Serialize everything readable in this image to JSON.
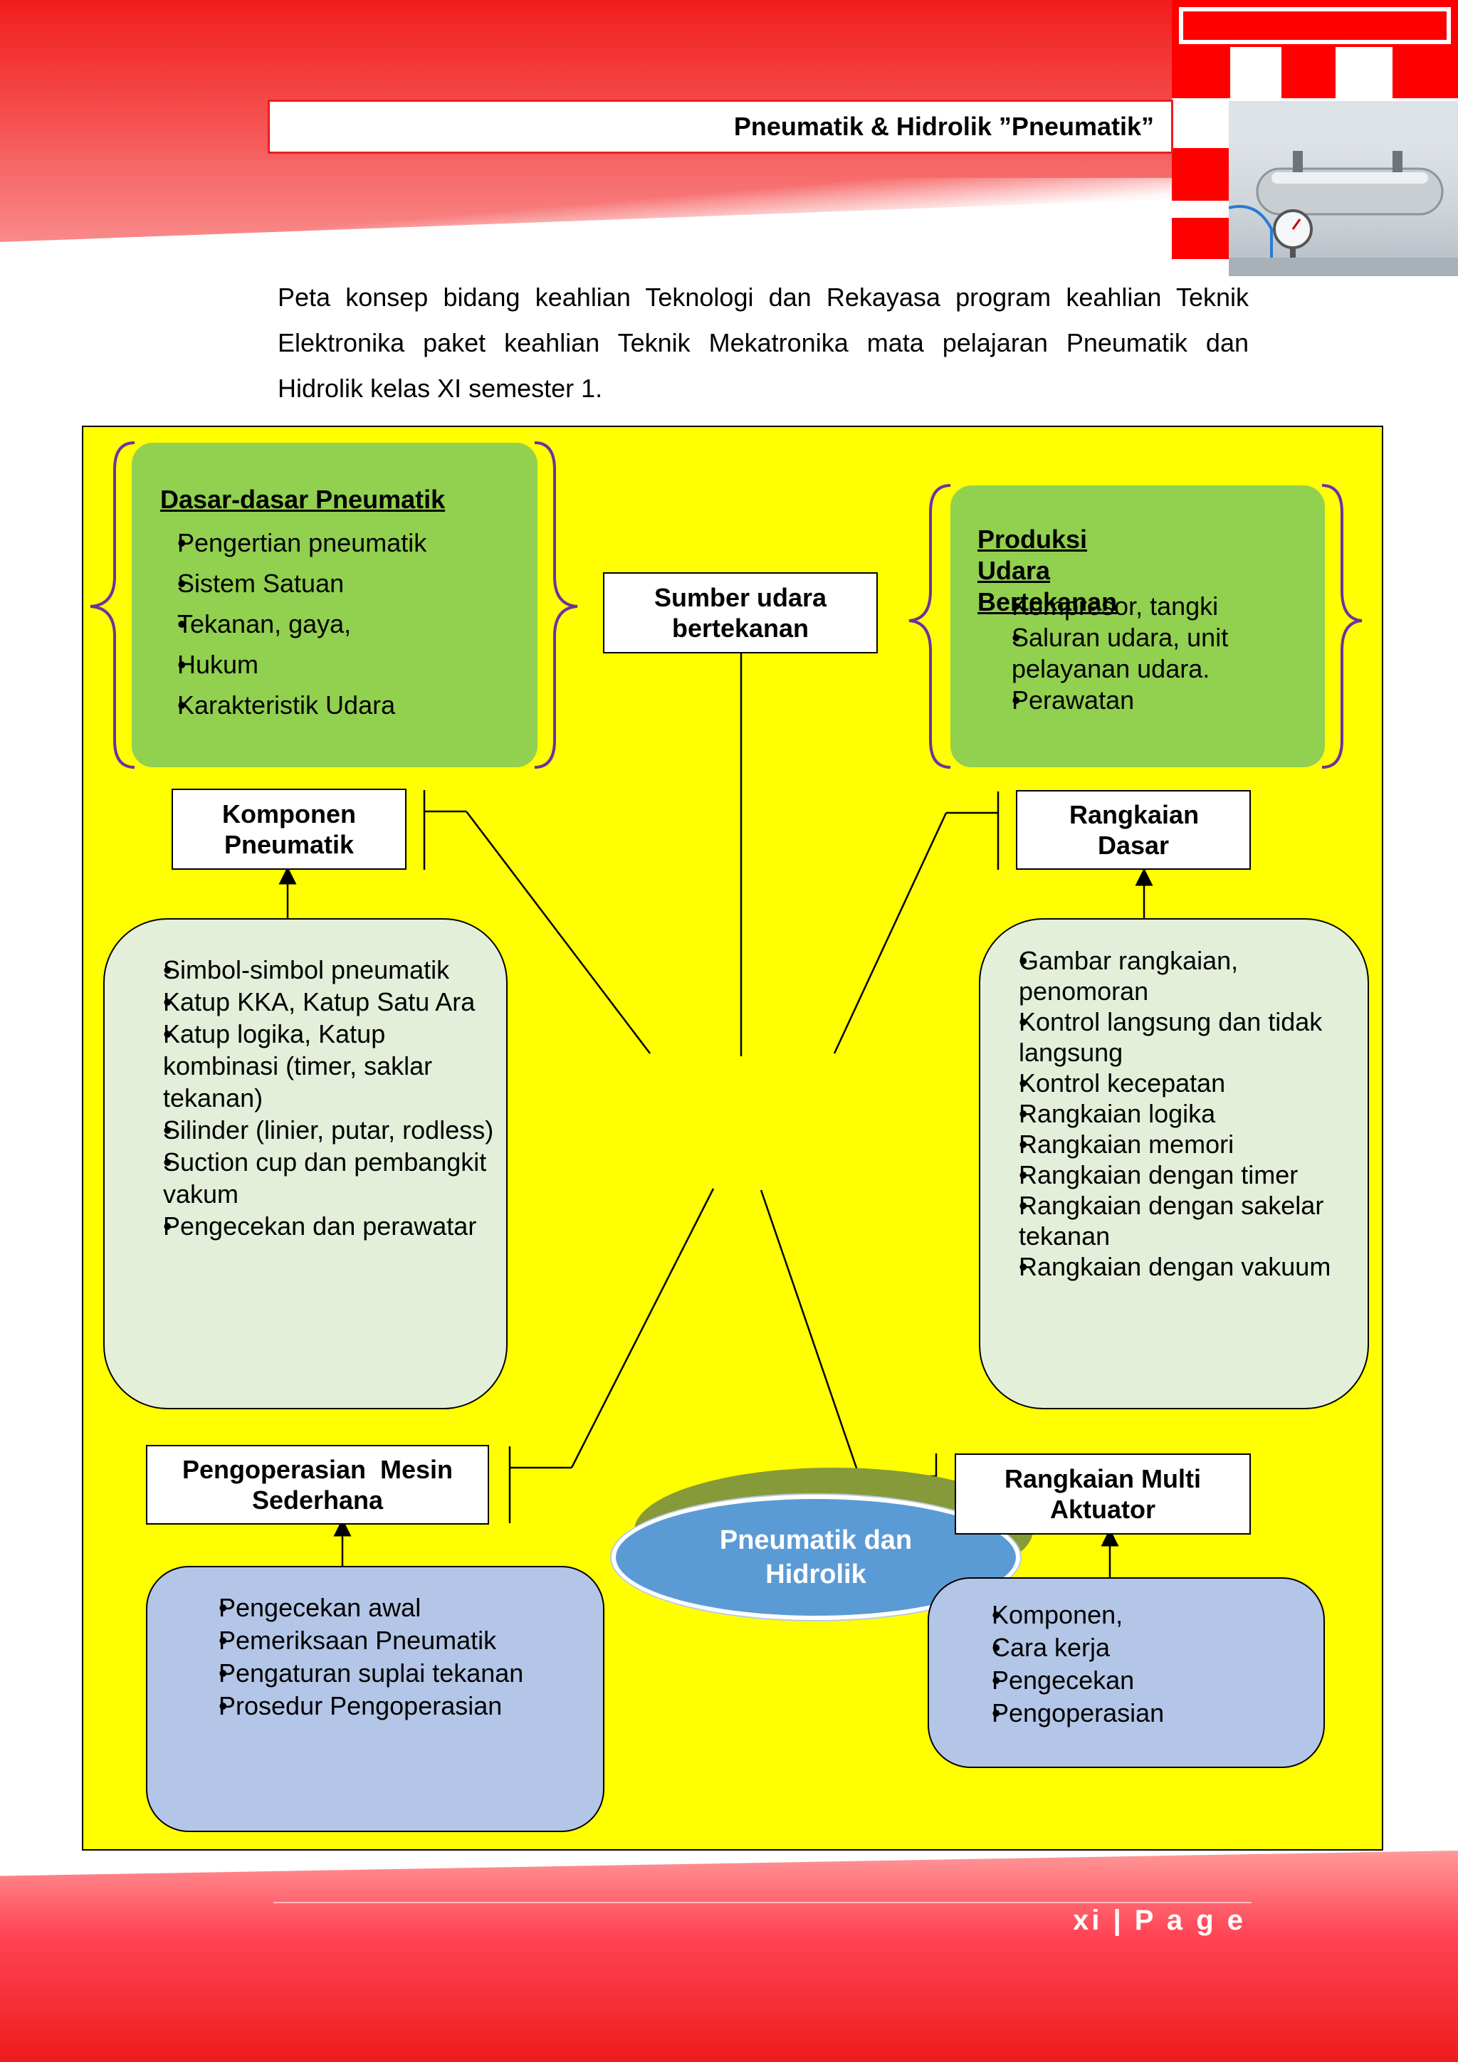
{
  "header": {
    "title": "Pneumatik & Hidrolik ”Pneumatik”"
  },
  "intro": "Peta konsep bidang keahlian Teknologi dan Rekayasa program keahlian Teknik Elektronika paket keahlian Teknik Mekatronika mata pelajaran Pneumatik dan Hidrolik kelas XI  semester 1.",
  "colors": {
    "header_red": "#ee1c1c",
    "diagram_bg": "#ffff00",
    "green_box": "#92d050",
    "pale_box": "#e4efd9",
    "blue_box": "#b4c6e7",
    "center_oval": "#5b9bd5"
  },
  "diagram": {
    "center": {
      "label": "Pneumatik dan Hidrolik"
    },
    "source": {
      "label": "Sumber udara bertekanan"
    },
    "dasar": {
      "title": "Dasar-dasar Pneumatik",
      "items": [
        "Pengertian pneumatik",
        "Sistem Satuan",
        "Tekanan, gaya,",
        "Hukum",
        "Karakteristik Udara"
      ]
    },
    "produksi": {
      "title": "Produksi Udara Bertekanan",
      "items": [
        "Kompresor, tangki",
        "Saluran udara, unit pelayanan udara.",
        "Perawatan"
      ]
    },
    "komponen": {
      "label": "Komponen Pneumatik",
      "items": [
        "Simbol-simbol pneumatik",
        "Katup KKA, Katup Satu Ara",
        "Katup logika,  Katup kombinasi (timer, saklar tekanan)",
        "Silinder (linier, putar, rodless)",
        "Suction cup dan pembangkit vakum",
        "Pengecekan dan perawatar"
      ]
    },
    "rangkaian_dasar": {
      "label": "Rangkaian Dasar",
      "items": [
        "Gambar rangkaian, penomoran",
        "Kontrol langsung dan tidak langsung",
        "Kontrol kecepatan",
        "Rangkaian logika",
        "Rangkaian memori",
        "Rangkaian dengan timer",
        "Rangkaian dengan sakelar tekanan",
        "Rangkaian dengan vakuum"
      ]
    },
    "pengoperasian": {
      "label": "Pengoperasian  Mesin Sederhana",
      "items": [
        "Pengecekan awal",
        "Pemeriksaan Pneumatik",
        "Pengaturan suplai tekanan",
        "Prosedur Pengoperasian"
      ]
    },
    "multi": {
      "label": "Rangkaian Multi Aktuator",
      "items": [
        "Komponen,",
        "Cara kerja",
        "Pengecekan",
        "Pengoperasian"
      ]
    }
  },
  "footer": {
    "page": "xi | P a g e"
  }
}
